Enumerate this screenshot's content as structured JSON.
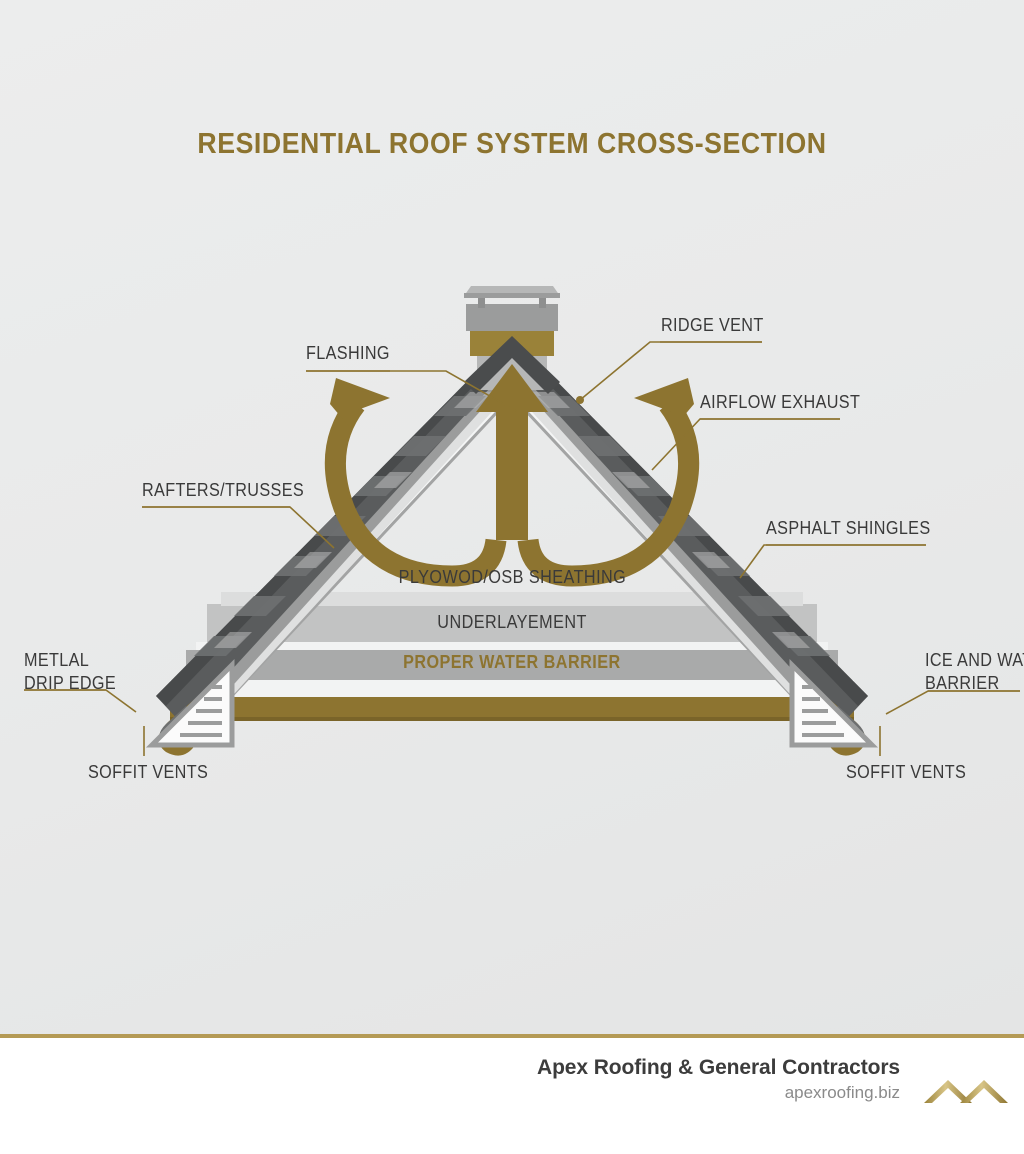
{
  "title": "RESIDENTIAL ROOF SYSTEM CROSS-SECTION",
  "theme": {
    "background": "#e9eaea",
    "gold": "#8d7430",
    "gold_light": "#b49a55",
    "gold_band": "#9a8239",
    "dark_gray": "#4a4a4a",
    "shingle_dark": "#555758",
    "mid_gray": "#9b9c9c",
    "light_gray": "#c9cac9",
    "text": "#3a3a3a",
    "footer_bg": "#ffffff"
  },
  "callouts": [
    {
      "id": "flashing",
      "label": "FLASHING",
      "align": "left"
    },
    {
      "id": "ridge-vent",
      "label": "RIDGE VENT",
      "align": "left"
    },
    {
      "id": "airflow-exhaust",
      "label": "AIRFLOW EXHAUST",
      "align": "left"
    },
    {
      "id": "rafters-trusses",
      "label": "RAFTERS/TRUSSES",
      "align": "left"
    },
    {
      "id": "asphalt-shingles",
      "label": "ASPHALT SHINGLES",
      "align": "left"
    },
    {
      "id": "metal-drip-edge",
      "label_line1": "METLAL",
      "label_line2": "DRIP EDGE",
      "align": "left"
    },
    {
      "id": "ice-water",
      "label_line1": "ICE AND WAT",
      "label_line2": "BARRIER",
      "align": "left"
    },
    {
      "id": "soffit-vents-left",
      "label": "SOFFIT VENTS",
      "align": "left"
    },
    {
      "id": "soffit-vents-right",
      "label": "SOFFIT VENTS",
      "align": "left"
    }
  ],
  "bands": [
    {
      "id": "sheathing",
      "label": "PLYOWOD/OSB SHEATHING",
      "color": "#f0f1f1",
      "gold_text": false
    },
    {
      "id": "underlayment",
      "label": "UNDERLAYEMENT",
      "color": "#c9cac9",
      "gold_text": false
    },
    {
      "id": "water-barrier",
      "label": "PROPER WATER BARRIER",
      "color": "#a9aaaa",
      "gold_text": true
    }
  ],
  "footer": {
    "brand": "Apex Roofing & General Contractors",
    "website": "apexroofing.biz",
    "logo": "roof-peak-logo"
  }
}
